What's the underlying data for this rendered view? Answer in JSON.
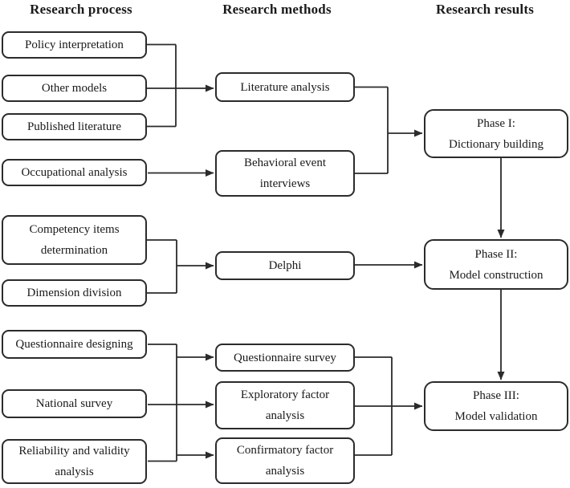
{
  "colors": {
    "line": "#2b2b2b",
    "box_border": "#2b2b2b",
    "text": "#1a1a1a",
    "background": "#ffffff"
  },
  "headers": {
    "process": "Research process",
    "methods": "Research methods",
    "results": "Research results"
  },
  "process_boxes": [
    {
      "label": "Policy interpretation"
    },
    {
      "label": "Other models"
    },
    {
      "label": "Published literature"
    },
    {
      "label": "Occupational analysis"
    },
    {
      "label": "Competency items\ndetermination"
    },
    {
      "label": "Dimension division"
    },
    {
      "label": "Questionnaire designing"
    },
    {
      "label": "National survey"
    },
    {
      "label": "Reliability and validity\nanalysis"
    }
  ],
  "method_boxes": [
    {
      "label": "Literature analysis"
    },
    {
      "label": "Behavioral event\ninterviews"
    },
    {
      "label": "Delphi"
    },
    {
      "label": "Questionnaire survey"
    },
    {
      "label": "Exploratory factor\nanalysis"
    },
    {
      "label": "Confirmatory factor\nanalysis"
    }
  ],
  "result_boxes": [
    {
      "label": "Phase I:\nDictionary building"
    },
    {
      "label": "Phase II:\nModel construction"
    },
    {
      "label": "Phase III:\nModel validation"
    }
  ],
  "connections": [
    {
      "from": [
        "Policy interpretation",
        "Other models",
        "Published literature"
      ],
      "to": [
        "Literature analysis"
      ]
    },
    {
      "from": [
        "Occupational analysis"
      ],
      "to": [
        "Behavioral event interviews"
      ]
    },
    {
      "from": [
        "Literature analysis",
        "Behavioral event interviews"
      ],
      "to": [
        "Phase I: Dictionary building"
      ]
    },
    {
      "from": [
        "Competency items determination",
        "Dimension division"
      ],
      "to": [
        "Delphi"
      ]
    },
    {
      "from": [
        "Delphi"
      ],
      "to": [
        "Phase II: Model construction"
      ]
    },
    {
      "from": [
        "Phase I: Dictionary building"
      ],
      "to": [
        "Phase II: Model construction"
      ]
    },
    {
      "from": [
        "Questionnaire designing",
        "National survey",
        "Reliability and validity analysis"
      ],
      "to": [
        "Questionnaire survey",
        "Exploratory factor analysis",
        "Confirmatory factor analysis"
      ]
    },
    {
      "from": [
        "Questionnaire survey",
        "Exploratory factor analysis",
        "Confirmatory factor analysis"
      ],
      "to": [
        "Phase III: Model validation"
      ]
    },
    {
      "from": [
        "Phase II: Model construction"
      ],
      "to": [
        "Phase III: Model validation"
      ]
    }
  ]
}
